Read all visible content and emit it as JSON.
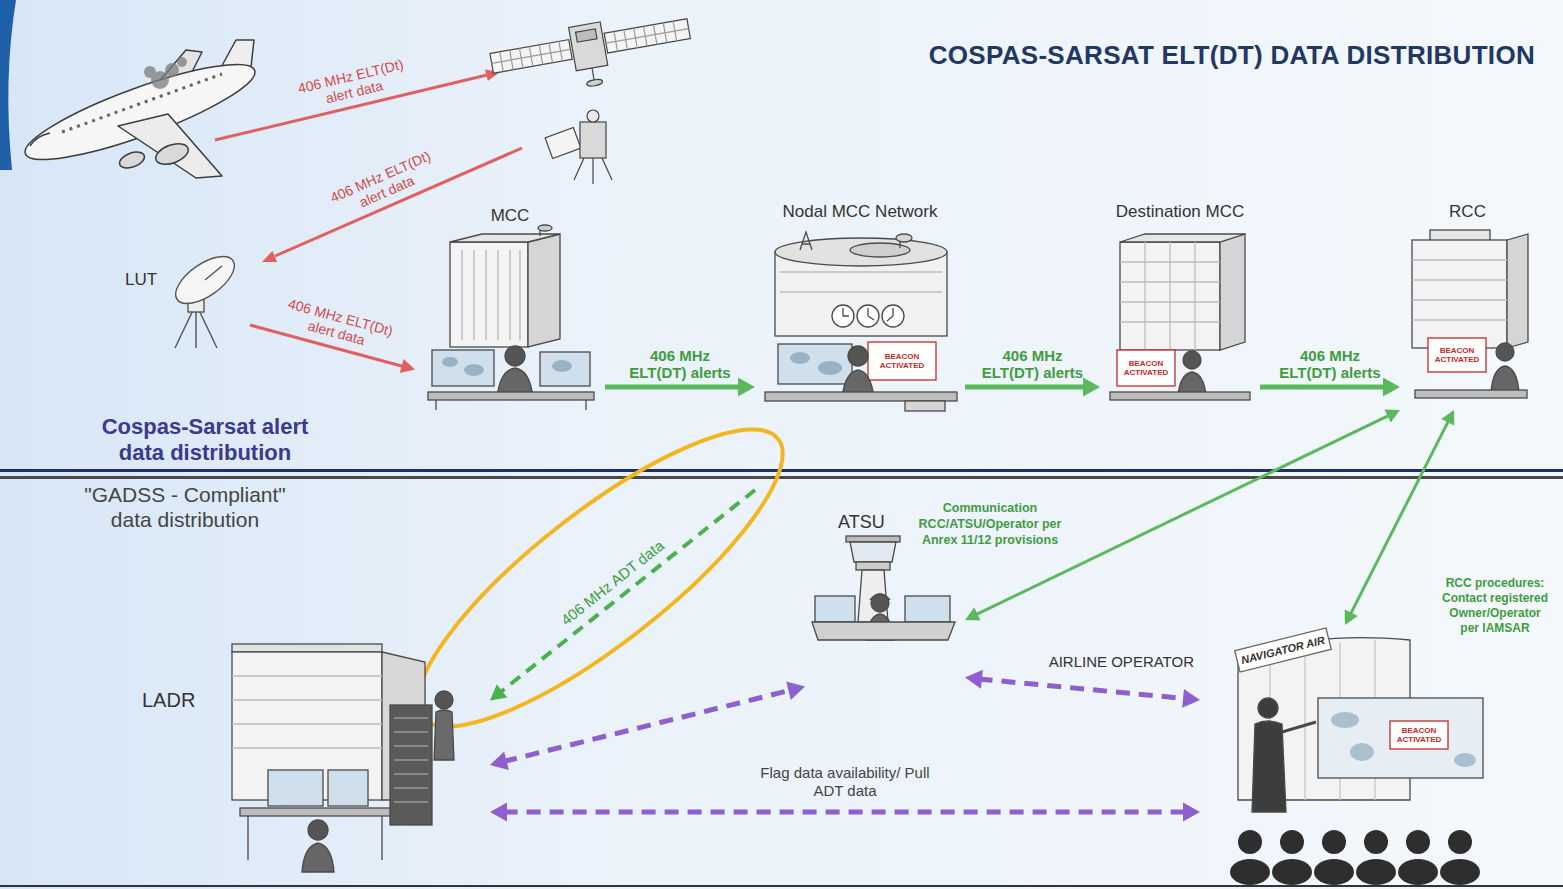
{
  "diagram": {
    "title": "COSPAS-SARSAT ELT(DT) DATA DISTRIBUTION",
    "nodes": [
      {
        "text": [
          "LUT"
        ]
      },
      {
        "text": [
          "MCC"
        ]
      },
      {
        "text": [
          "Nodal MCC Network"
        ]
      },
      {
        "text": [
          "Destination MCC"
        ]
      },
      {
        "text": [
          "RCC"
        ]
      },
      {
        "text": [
          "LADR"
        ]
      },
      {
        "text": [
          "ATSU"
        ]
      },
      {
        "text": [
          "AIRLINE OPERATOR"
        ]
      }
    ],
    "edges": [
      {
        "from": 0,
        "to": 1,
        "arrow": "to",
        "label": "406 MHz ELT(Dt) alert data"
      },
      {
        "from": 1,
        "to": 2,
        "arrow": "to",
        "label": "406 MHz ELT(DT) alerts"
      },
      {
        "from": 2,
        "to": 3,
        "arrow": "to",
        "label": "406 MHz ELT(DT) alerts"
      },
      {
        "from": 3,
        "to": 4,
        "arrow": "to",
        "label": "406 MHz ELT(DT) alerts"
      },
      {
        "from": 2,
        "to": 5,
        "arrow": "to",
        "label": "406 MHz ADT data"
      },
      {
        "from": 4,
        "to": 6,
        "arrow": "both",
        "label": "Communication RCC/ATSU/Operator per Anrex 11/12 provisions"
      },
      {
        "from": 4,
        "to": 7,
        "arrow": "both",
        "label": "RCC procedures: Contact registered Owner/Operator per IAMSAR"
      },
      {
        "from": 5,
        "to": 6,
        "arrow": "both"
      },
      {
        "from": 6,
        "to": 7,
        "arrow": "both"
      },
      {
        "from": 5,
        "to": 7,
        "arrow": "both",
        "label": "Flag data availability/ Pull ADT data"
      }
    ],
    "labels": [
      "406 MHz ELT(Dt) alert data",
      "406 MHz ELT(Dt) alert data",
      "Cospas-Sarsat alert data distribution",
      "\"GADSS - Compliant\" data distribution",
      "BEACON ACTIVATED",
      "BEACON ACTIVATED",
      "BEACON ACTIVATED",
      "BEACON ACTIVATED",
      "NAVIGATOR AIR"
    ]
  }
}
